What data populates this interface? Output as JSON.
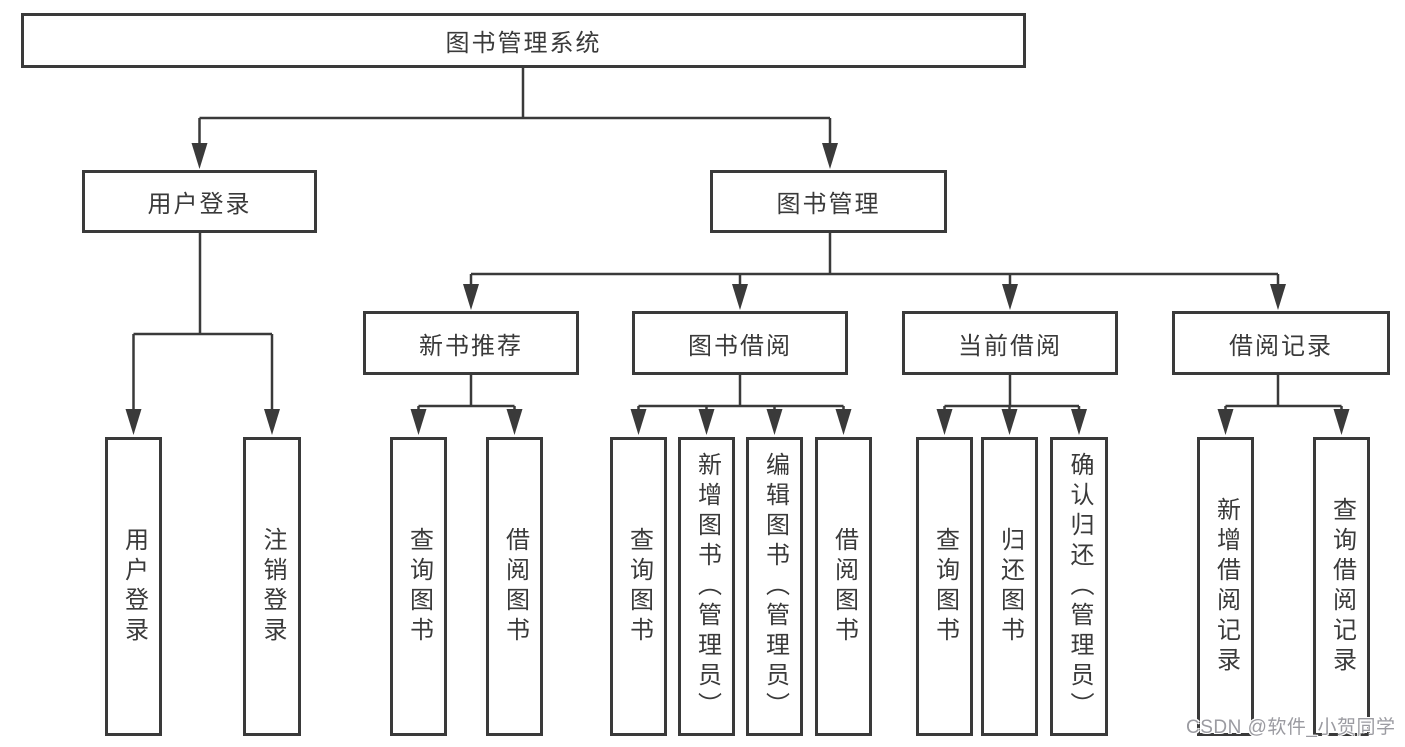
{
  "diagram": {
    "root": {
      "label": "图书管理系统"
    },
    "level2": [
      {
        "label": "用户登录",
        "parent": "图书管理系统"
      },
      {
        "label": "图书管理",
        "parent": "图书管理系统"
      }
    ],
    "level3": [
      {
        "label": "新书推荐",
        "parent": "图书管理"
      },
      {
        "label": "图书借阅",
        "parent": "图书管理"
      },
      {
        "label": "当前借阅",
        "parent": "图书管理"
      },
      {
        "label": "借阅记录",
        "parent": "图书管理"
      }
    ],
    "leaves": [
      {
        "label": "用户登录",
        "parent": "用户登录"
      },
      {
        "label": "注销登录",
        "parent": "用户登录"
      },
      {
        "label": "查询图书",
        "parent": "新书推荐"
      },
      {
        "label": "借阅图书",
        "parent": "新书推荐"
      },
      {
        "label": "查询图书",
        "parent": "图书借阅"
      },
      {
        "label": "新增图书（管理员）",
        "parent": "图书借阅"
      },
      {
        "label": "编辑图书（管理员）",
        "parent": "图书借阅"
      },
      {
        "label": "借阅图书",
        "parent": "图书借阅"
      },
      {
        "label": "查询图书",
        "parent": "当前借阅"
      },
      {
        "label": "归还图书",
        "parent": "当前借阅"
      },
      {
        "label": "确认归还（管理员）",
        "parent": "当前借阅"
      },
      {
        "label": "新增借阅记录",
        "parent": "借阅记录"
      },
      {
        "label": "查询借阅记录",
        "parent": "借阅记录"
      }
    ]
  },
  "watermark": {
    "text": "CSDN @软件_小贺同学"
  },
  "colors": {
    "line": "#3a3a3a",
    "text": "#3a3a3a",
    "background": "#ffffff",
    "watermark": "#9b9ba1"
  }
}
